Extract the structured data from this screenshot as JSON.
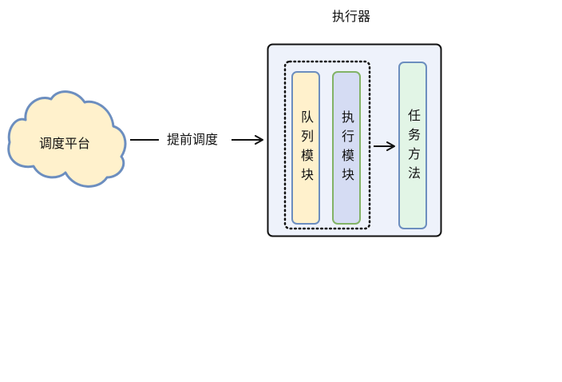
{
  "diagram": {
    "executor_title": "执行器",
    "scheduler_label": "调度平台",
    "edge_label": "提前调度",
    "queue_module_label": "队列模块",
    "exec_module_label": "执行模块",
    "task_method_label": "任务方法"
  },
  "colors": {
    "cloud_fill": "#fff1cc",
    "cloud_stroke": "#6c8ebf",
    "executor_fill": "#eef2fb",
    "executor_stroke": "#111111",
    "queue_fill": "#fff1cc",
    "queue_stroke": "#6c8ebf",
    "exec_fill": "#d5dcf3",
    "exec_stroke": "#82b366",
    "task_fill": "#e2f5e6",
    "task_stroke": "#6c8ebf"
  }
}
